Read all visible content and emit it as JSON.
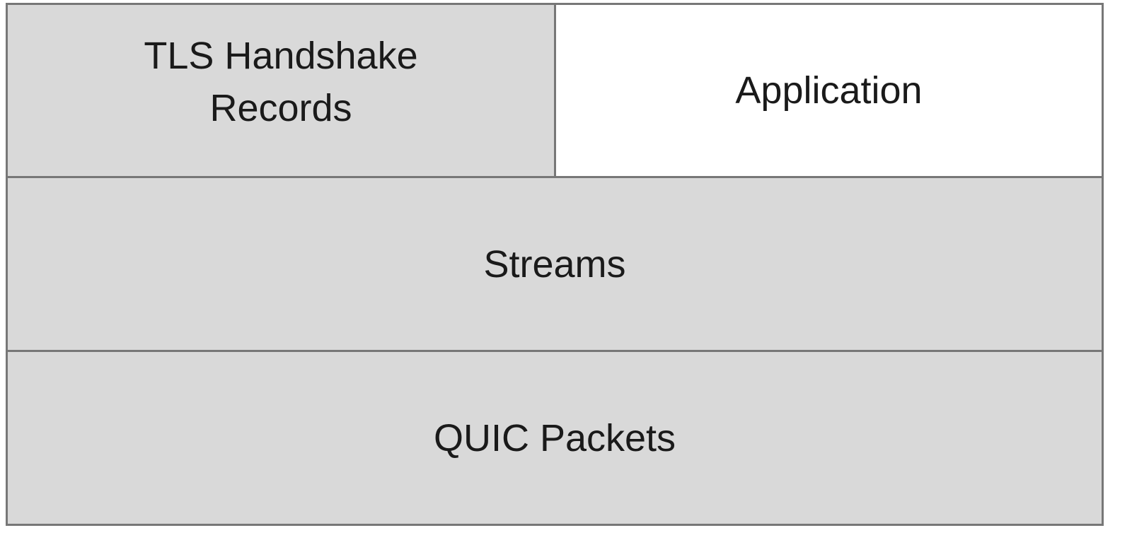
{
  "layers": {
    "tls_records": {
      "line1": "TLS Handshake",
      "line2": "Records",
      "fill": "#d9d9d9"
    },
    "application": {
      "label": "Application",
      "fill": "#ffffff"
    },
    "streams": {
      "label": "Streams",
      "fill": "#d9d9d9"
    },
    "quic_packets": {
      "label": "QUIC Packets",
      "fill": "#d9d9d9"
    }
  },
  "colors": {
    "border": "#777777",
    "text": "#1a1a1a"
  }
}
